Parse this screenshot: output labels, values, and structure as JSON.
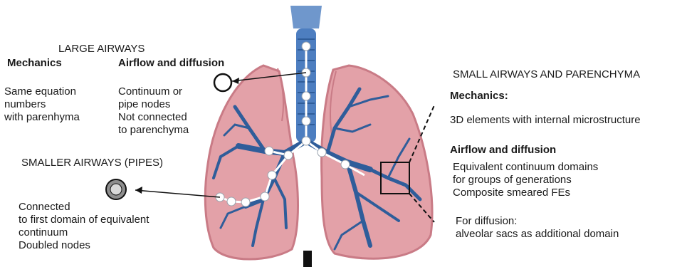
{
  "large_airways": {
    "heading": "LARGE AIRWAYS",
    "mechanics": {
      "title": "Mechanics",
      "lines": [
        "Same equation",
        "numbers",
        "with parenhyma"
      ]
    },
    "airflow": {
      "title": "Airflow and diffusion",
      "lines": [
        "Continuum or",
        "pipe nodes",
        "Not connected",
        "to parenchyma"
      ]
    }
  },
  "smaller_airways": {
    "heading": "SMALLER AIRWAYS (PIPES)",
    "lines": [
      "Connected",
      "to first domain of equivalent",
      "continuum",
      "Doubled nodes"
    ]
  },
  "small_airways": {
    "heading": "SMALL AIRWAYS AND PARENCHYMA",
    "mechanics_title": "Mechanics:",
    "mechanics_text": "3D elements with internal microstructure",
    "airflow_title": "Airflow and diffusion",
    "airflow_lines": [
      "Equivalent continuum domains",
      "for groups of generations",
      "Composite smeared FEs"
    ],
    "diffusion_lines": [
      "For diffusion:",
      "alveolar sacs as additional domain"
    ]
  },
  "colors": {
    "lung_fill": "#e3a1a8",
    "lung_edge": "#c97b86",
    "airway": "#2f5d9a",
    "trachea": "#6f97cc",
    "node_line": "#ffffff"
  }
}
